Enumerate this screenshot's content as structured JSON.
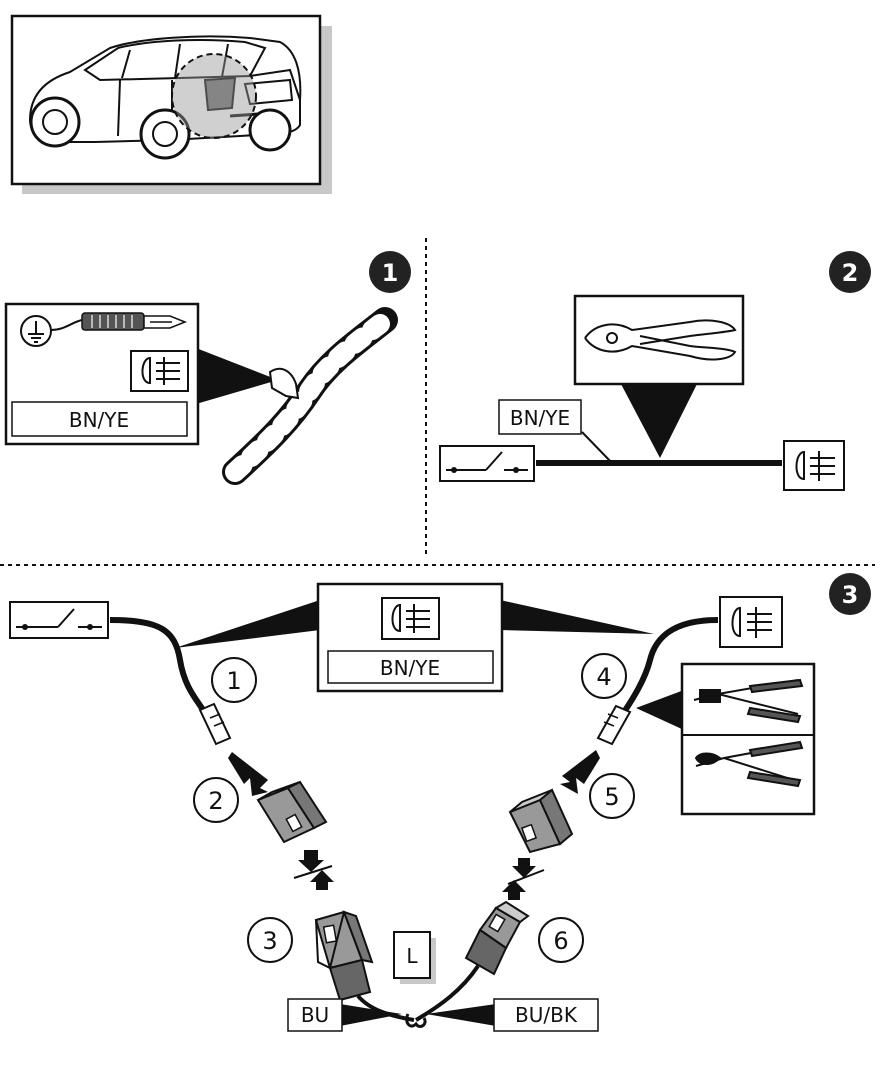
{
  "steps": {
    "step1": "1",
    "step2": "2",
    "step3": "3"
  },
  "labels": {
    "wire_color_step1": "BN/YE",
    "wire_color_step2": "BN/YE",
    "wire_color_step3": "BN/YE",
    "left_wire": "BU",
    "right_wire": "BU/BK",
    "connector_mark": "L"
  },
  "callouts": [
    "1",
    "2",
    "3",
    "4",
    "5",
    "6"
  ],
  "icons": {
    "car": "car-rear-light-icon",
    "ground_tester": "ground-test-lamp-icon",
    "fog_lamp": "rear-fog-lamp-icon",
    "switch": "switch-icon",
    "cutter": "side-cutter-icon",
    "stripper": "wire-stripper-icon",
    "crimper": "crimping-tool-icon"
  },
  "colors": {
    "badge": "#222222",
    "shadow": "#c8c8c8",
    "line": "#111111"
  }
}
